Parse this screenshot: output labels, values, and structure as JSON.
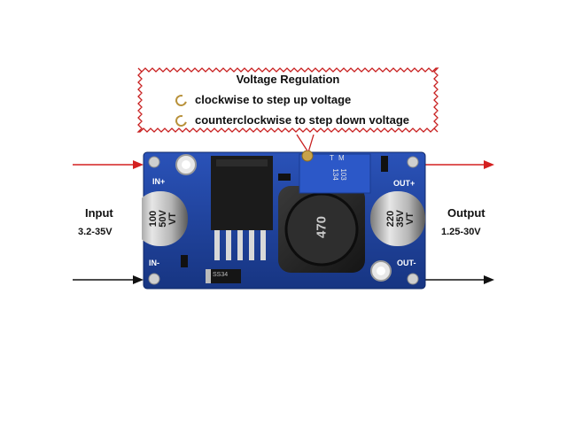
{
  "callout": {
    "title": "Voltage Regulation",
    "items": [
      {
        "icon": "clockwise-ring-icon",
        "text": "clockwise to step up voltage"
      },
      {
        "icon": "counterclockwise-ring-icon",
        "text": "counterclockwise to step down voltage"
      }
    ]
  },
  "input": {
    "label": "Input",
    "range": "3.2-35V"
  },
  "output": {
    "label": "Output",
    "range": "1.25-30V"
  },
  "board": {
    "in_plus": "IN+",
    "in_minus": "IN-",
    "out_plus": "OUT+",
    "out_minus": "OUT-",
    "cap_left": [
      "100",
      "50V",
      "VT"
    ],
    "cap_right": [
      "220",
      "35V",
      "VT"
    ],
    "inductor": "470",
    "pot": [
      "103",
      "134",
      "T",
      "M"
    ],
    "diode": "SS34"
  },
  "colors": {
    "arrow_input": "#d42020",
    "arrow_ground": "#111111",
    "pcb": "#1d3f9a",
    "callout_border": "#c82020"
  }
}
